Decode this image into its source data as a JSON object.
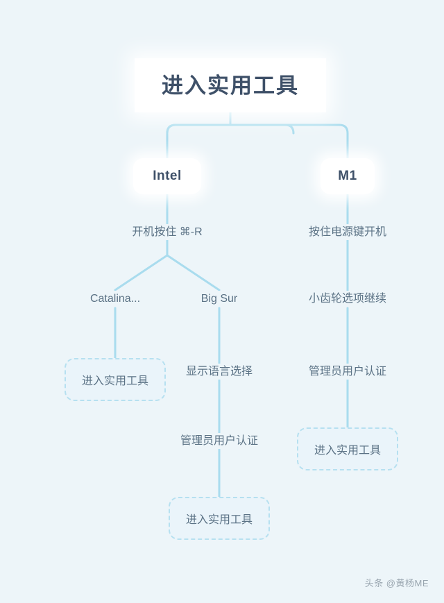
{
  "diagram": {
    "background_color": "#edf5f9",
    "line_color": "#a9dcee",
    "accent_color": "#b6e0f0",
    "text_color": "#5b7285",
    "heading_color": "#3e5068",
    "title": {
      "label": "进入实用工具"
    },
    "branches": [
      {
        "id": "intel",
        "label": "Intel"
      },
      {
        "id": "m1",
        "label": "M1"
      }
    ],
    "steps": {
      "intel_boot": "开机按住 ⌘-R",
      "m1_boot": "按住电源键开机",
      "catalina": "Catalina...",
      "bigsur": "Big Sur",
      "m1_gear": "小齿轮选项继续",
      "bigsur_language": "显示语言选择",
      "bigsur_admin": "管理员用户认证",
      "m1_admin": "管理员用户认证"
    },
    "terminals": {
      "catalina_end": "进入实用工具",
      "bigsur_end": "进入实用工具",
      "m1_end": "进入实用工具"
    }
  },
  "watermark": {
    "label": "头条 @黄杨ME"
  }
}
